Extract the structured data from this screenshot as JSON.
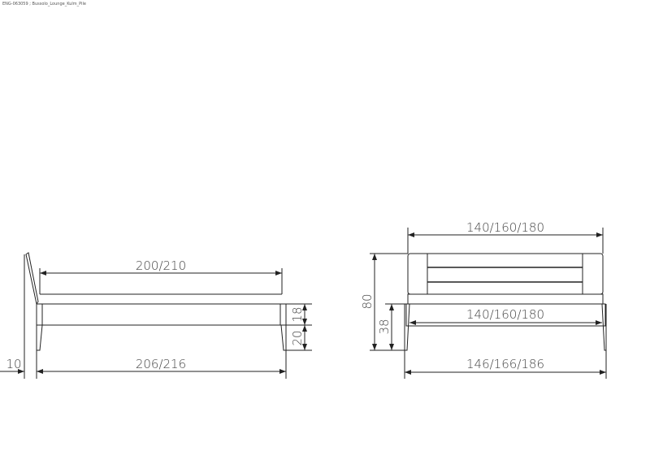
{
  "caption": "ENG-063059 ; Bussolo_Lounge_Kulm_Pile",
  "side_view": {
    "mattress_length": "200/210",
    "overall_length": "206/216",
    "headboard_offset": "10",
    "frame_height": "18",
    "leg_height": "20"
  },
  "front_view": {
    "headboard_width": "140/160/180",
    "inner_width": "140/160/180",
    "overall_width": "146/166/186",
    "total_height": "80",
    "frame_top_height": "38"
  },
  "colors": {
    "line": "#222222",
    "text": "#444444"
  }
}
